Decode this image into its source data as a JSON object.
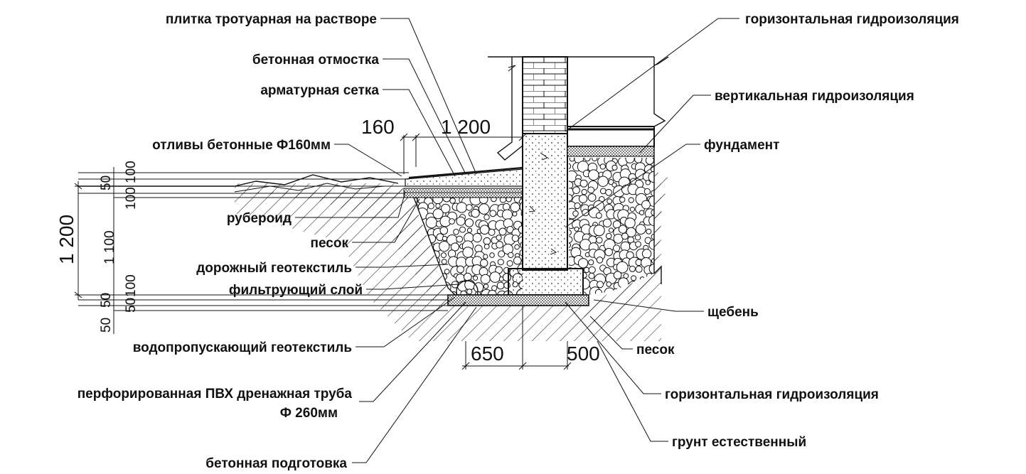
{
  "labels": {
    "tile": "плитка тротуарная на растворе",
    "blind_area": "бетонная отмостка",
    "mesh": "арматурная сетка",
    "gutters": "отливы бетонные Ф160мм",
    "roofing": "рубероид",
    "sand_left": "песок",
    "road_geotextile": "дорожный геотекстиль",
    "filter_layer": "фильтрующий слой",
    "permeable_geotextile": "водопропускающий геотекстиль",
    "pipe_line1": "перфорированная ПВХ дренажная труба",
    "pipe_line2": "Ф 260мм",
    "concrete_prep": "бетонная подготовка",
    "horiz_waterproof_top": "горизонтальная гидроизоляция",
    "vert_waterproof": "вертикальная гидроизоляция",
    "foundation": "фундамент",
    "gravel": "щебень",
    "sand_right": "песок",
    "horiz_waterproof_bottom": "горизонтальная гидроизоляция",
    "natural_soil": "грунт естественный"
  },
  "dimensions": {
    "top_160": "160",
    "top_1200": "1 200",
    "left_1200": "1 200",
    "bottom_650": "650",
    "bottom_500": "500",
    "v_50_a": "50",
    "v_100_a": "100",
    "v_100_b": "100",
    "v_1100": "1 100",
    "v_100_c": "100",
    "v_50_b": "50",
    "v_50_c": "50",
    "v_50_d": "50"
  }
}
